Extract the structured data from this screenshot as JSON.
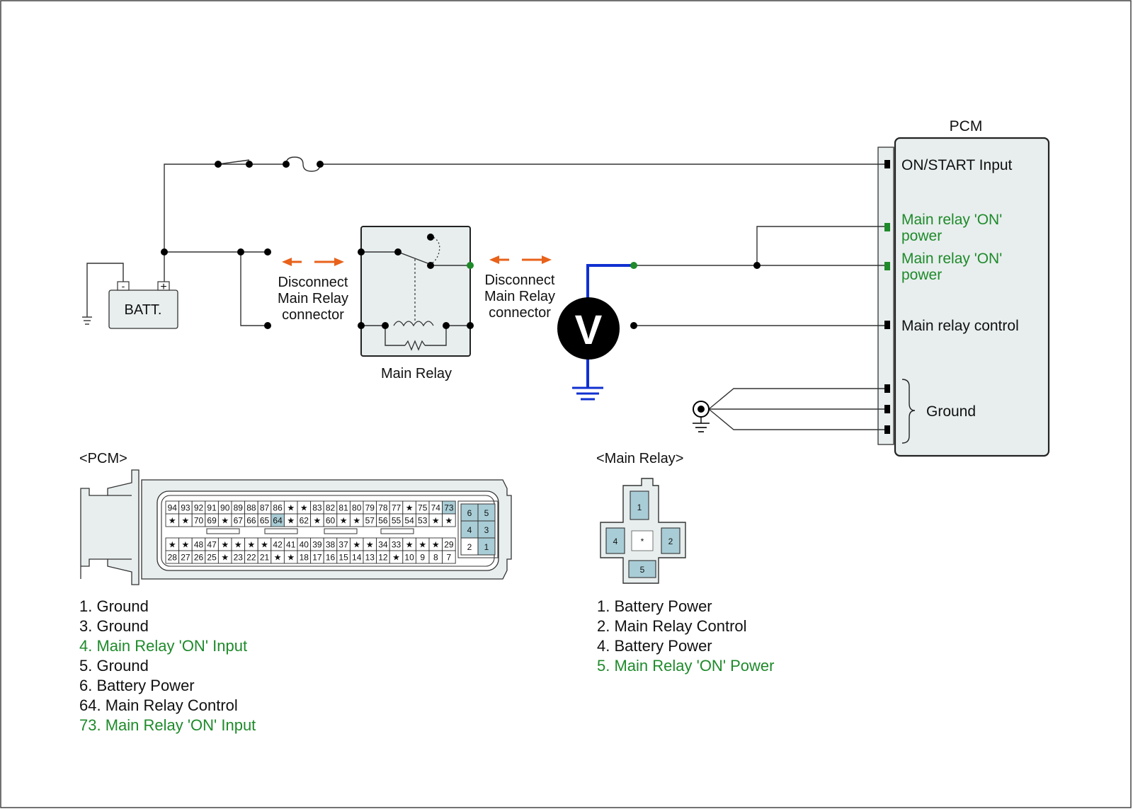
{
  "colors": {
    "accent_green": "#1e8a2a",
    "arrow_orange": "#e8621a",
    "probe_blue": "#1030d0",
    "pcm_fill": "#e8eeee",
    "pin_highlight": "#a9cdd6"
  },
  "labels": {
    "pcm_title": "PCM",
    "on_start": "ON/START Input",
    "main_relay_on_power_1a": "Main relay 'ON'",
    "main_relay_on_power_1b": "power",
    "main_relay_on_power_2a": "Main relay 'ON'",
    "main_relay_on_power_2b": "power",
    "main_relay_control": "Main relay control",
    "ground": "Ground",
    "batt": "BATT.",
    "batt_minus": "-",
    "batt_plus": "+",
    "disconnect_left": [
      "Disconnect",
      "Main Relay",
      "connector"
    ],
    "disconnect_right": [
      "Disconnect",
      "Main Relay",
      "connector"
    ],
    "main_relay": "Main Relay",
    "voltmeter": "V",
    "pcm_connector_title": "<PCM>",
    "relay_connector_title": "<Main Relay>"
  },
  "pcm_pins": {
    "row1": [
      "94",
      "93",
      "92",
      "91",
      "90",
      "89",
      "88",
      "87",
      "86",
      "★",
      "★",
      "83",
      "82",
      "81",
      "80",
      "79",
      "78",
      "77",
      "★",
      "75",
      "74",
      "73"
    ],
    "row2": [
      "★",
      "★",
      "70",
      "69",
      "★",
      "67",
      "66",
      "65",
      "64",
      "★",
      "62",
      "★",
      "60",
      "★",
      "★",
      "57",
      "56",
      "55",
      "54",
      "53",
      "★",
      "★"
    ],
    "row3": [
      "★",
      "★",
      "48",
      "47",
      "★",
      "★",
      "★",
      "★",
      "42",
      "41",
      "40",
      "39",
      "38",
      "37",
      "★",
      "★",
      "34",
      "33",
      "★",
      "★",
      "★",
      "29"
    ],
    "row4": [
      "28",
      "27",
      "26",
      "25",
      "★",
      "23",
      "22",
      "21",
      "★",
      "★",
      "18",
      "17",
      "16",
      "15",
      "14",
      "13",
      "12",
      "★",
      "10",
      "9",
      "8",
      "7"
    ],
    "block": [
      "6",
      "5",
      "4",
      "3",
      "2",
      "1"
    ]
  },
  "relay_pins": [
    "1",
    "2",
    "4",
    "5",
    "*"
  ],
  "pcm_legend": [
    {
      "text": "1. Ground",
      "green": false
    },
    {
      "text": "3. Ground",
      "green": false
    },
    {
      "text": "4. Main Relay 'ON' Input",
      "green": true
    },
    {
      "text": "5. Ground",
      "green": false
    },
    {
      "text": "6. Battery Power",
      "green": false
    },
    {
      "text": "64. Main Relay Control",
      "green": false
    },
    {
      "text": "73. Main Relay 'ON' Input",
      "green": true
    }
  ],
  "relay_legend": [
    {
      "text": "1. Battery Power",
      "green": false
    },
    {
      "text": "2. Main Relay Control",
      "green": false
    },
    {
      "text": "4. Battery Power",
      "green": false
    },
    {
      "text": "5. Main Relay 'ON' Power",
      "green": true
    }
  ]
}
